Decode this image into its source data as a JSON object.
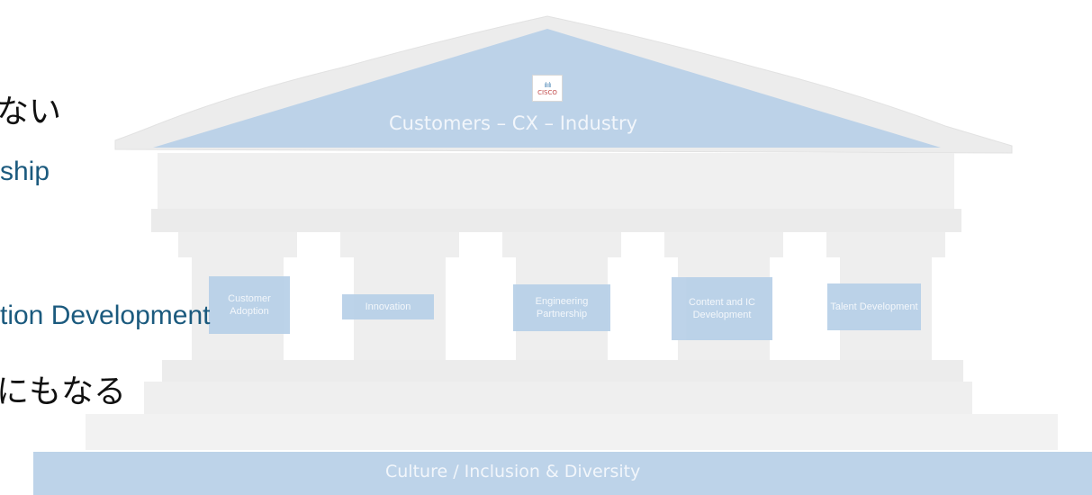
{
  "slide": {
    "left_text": {
      "line1": "ない",
      "line2": "ship",
      "line3": "tion Development",
      "line4": "にもなる"
    },
    "temple": {
      "roof_label": "Customers – CX – Industry",
      "logo": {
        "bars": "ılıılı",
        "word": "CISCO"
      },
      "pillars": [
        "Customer Adoption",
        "Innovation",
        "Engineering Partnership",
        "Content and IC Development",
        "Talent Development"
      ],
      "foundation_label": "Culture / Inclusion & Diversity"
    },
    "colors": {
      "label_fill": "#b9d1e8",
      "stone": "#efefef",
      "accent_text": "#1b5a7e"
    }
  }
}
